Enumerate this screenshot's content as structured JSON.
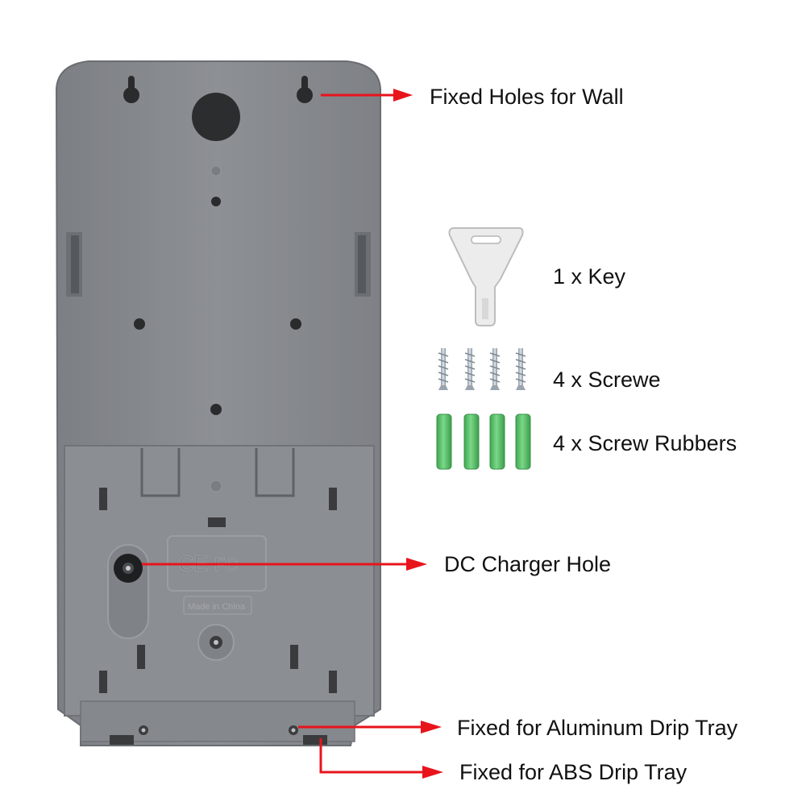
{
  "labels": {
    "wall_holes": "Fixed Holes for Wall",
    "key": "1 x Key",
    "screws": "4 x Screwe",
    "screw_rubbers": "4 x Screw Rubbers",
    "dc_charger": "DC Charger Hole",
    "aluminum_tray": "Fixed for Aluminum Drip Tray",
    "abs_tray": "Fixed for ABS Drip Tray"
  },
  "embossed_text": {
    "made_in": "Made in China",
    "ce_mark": "CE",
    "fcc_mark": "FC"
  },
  "colors": {
    "plate": "#8a8d91",
    "plate_shadow": "#6e7175",
    "arrow": "#e8141c",
    "key": "#ececec",
    "screw": "#b9c2cc",
    "rubber": "#5cc46b"
  },
  "counts": {
    "screws": 4,
    "rubbers": 4
  }
}
